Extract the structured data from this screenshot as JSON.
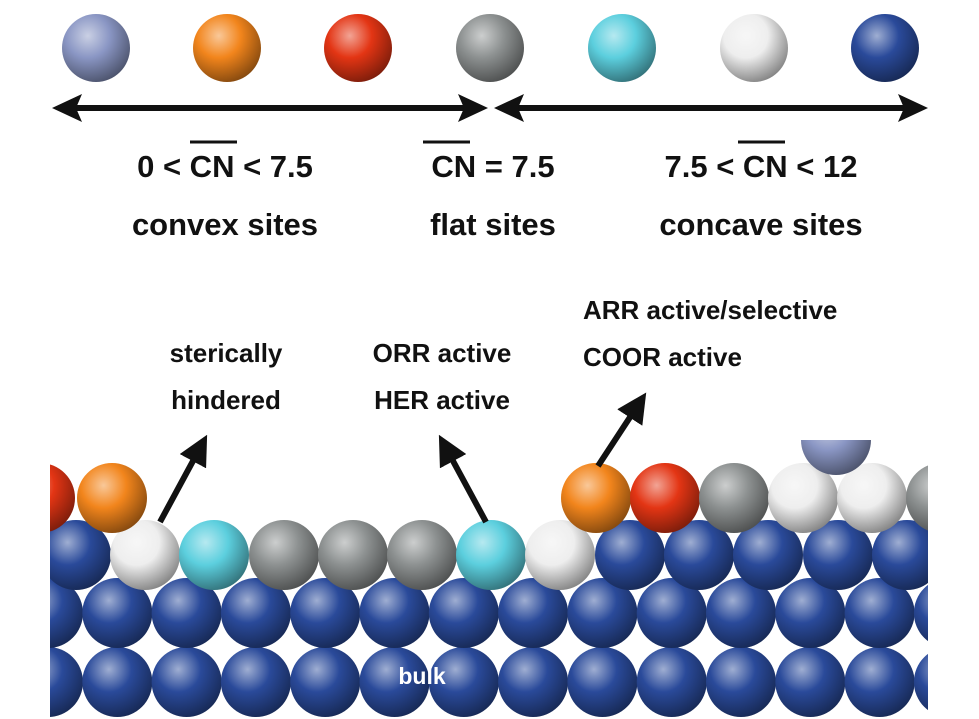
{
  "legend": {
    "spheres": [
      {
        "name": "legend-sphere-slate",
        "color": "#8a96c4"
      },
      {
        "name": "legend-sphere-orange",
        "color": "#f2851c"
      },
      {
        "name": "legend-sphere-red",
        "color": "#e33514"
      },
      {
        "name": "legend-sphere-gray",
        "color": "#8d9191"
      },
      {
        "name": "legend-sphere-cyan",
        "color": "#5ccfde"
      },
      {
        "name": "legend-sphere-white",
        "color": "#eeeeee"
      },
      {
        "name": "legend-sphere-blue",
        "color": "#2a4a9a"
      }
    ],
    "convex_label": "0 < CN < 7.5",
    "convex_sub": "convex sites",
    "flat_label": "CN = 7.5",
    "flat_sub": "flat sites",
    "concave_label": "7.5 < CN < 12",
    "concave_sub": "concave sites"
  },
  "annotations": {
    "steric_line1": "sterically",
    "steric_line2": "hindered",
    "orr": "ORR active",
    "her": "HER active",
    "arr": "ARR active/selective",
    "coor": "COOR active"
  },
  "surface": {
    "bulk_label": "bulk"
  },
  "colors": {
    "blue": "#2a4a9a",
    "orange": "#f2851c",
    "red": "#e33514",
    "gray": "#8d9191",
    "cyan": "#5ccfde",
    "white": "#eeeeee",
    "slate": "#8a96c4"
  }
}
